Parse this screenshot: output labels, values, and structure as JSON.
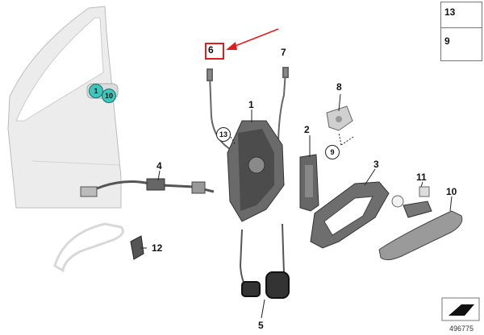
{
  "callouts": {
    "c1": "1",
    "c3": "3",
    "c4": "4",
    "c5": "5",
    "c6": "6",
    "c7": "7",
    "c8": "8",
    "c10": "10",
    "c11": "11",
    "c12": "12",
    "c2": "2"
  },
  "circled": {
    "c13": "13",
    "c9": "9"
  },
  "door_markers": {
    "m1": "1",
    "m10": "10"
  },
  "legend": {
    "item1": "13",
    "item2": "9"
  },
  "image_number": "496775",
  "colors": {
    "highlight": "#e31b1b",
    "marker": "#3fc6bc",
    "parts": "#555555",
    "door": "#e8e8e8"
  }
}
